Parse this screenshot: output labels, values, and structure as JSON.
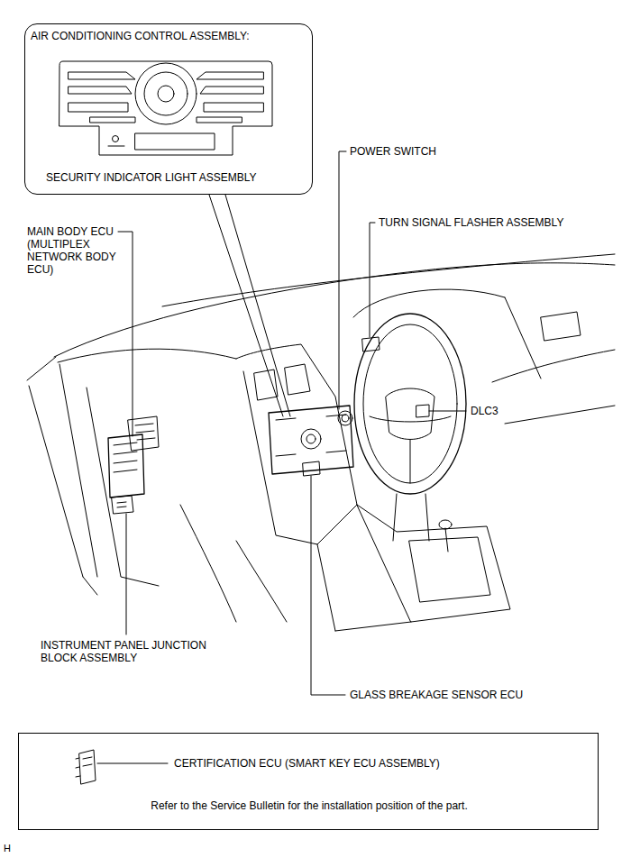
{
  "diagram": {
    "nodes": [
      {
        "text": [
          "AIR CONDITIONING CONTROL ASSEMBLY:",
          "SECURITY INDICATOR LIGHT ASSEMBLY"
        ]
      },
      {
        "text": [
          "CERTIFICATION ECU (SMART KEY ECU ASSEMBLY)",
          "Refer to the Service Bulletin for the installation position of the part."
        ]
      }
    ],
    "labels": [
      "POWER SWITCH",
      "TURN SIGNAL FLASHER ASSEMBLY",
      "MAIN BODY ECU (MULTIPLEX NETWORK BODY ECU)",
      "DLC3",
      "INSTRUMENT PANEL JUNCTION BLOCK ASSEMBLY",
      "GLASS BREAKAGE SENSOR ECU",
      "H"
    ]
  }
}
